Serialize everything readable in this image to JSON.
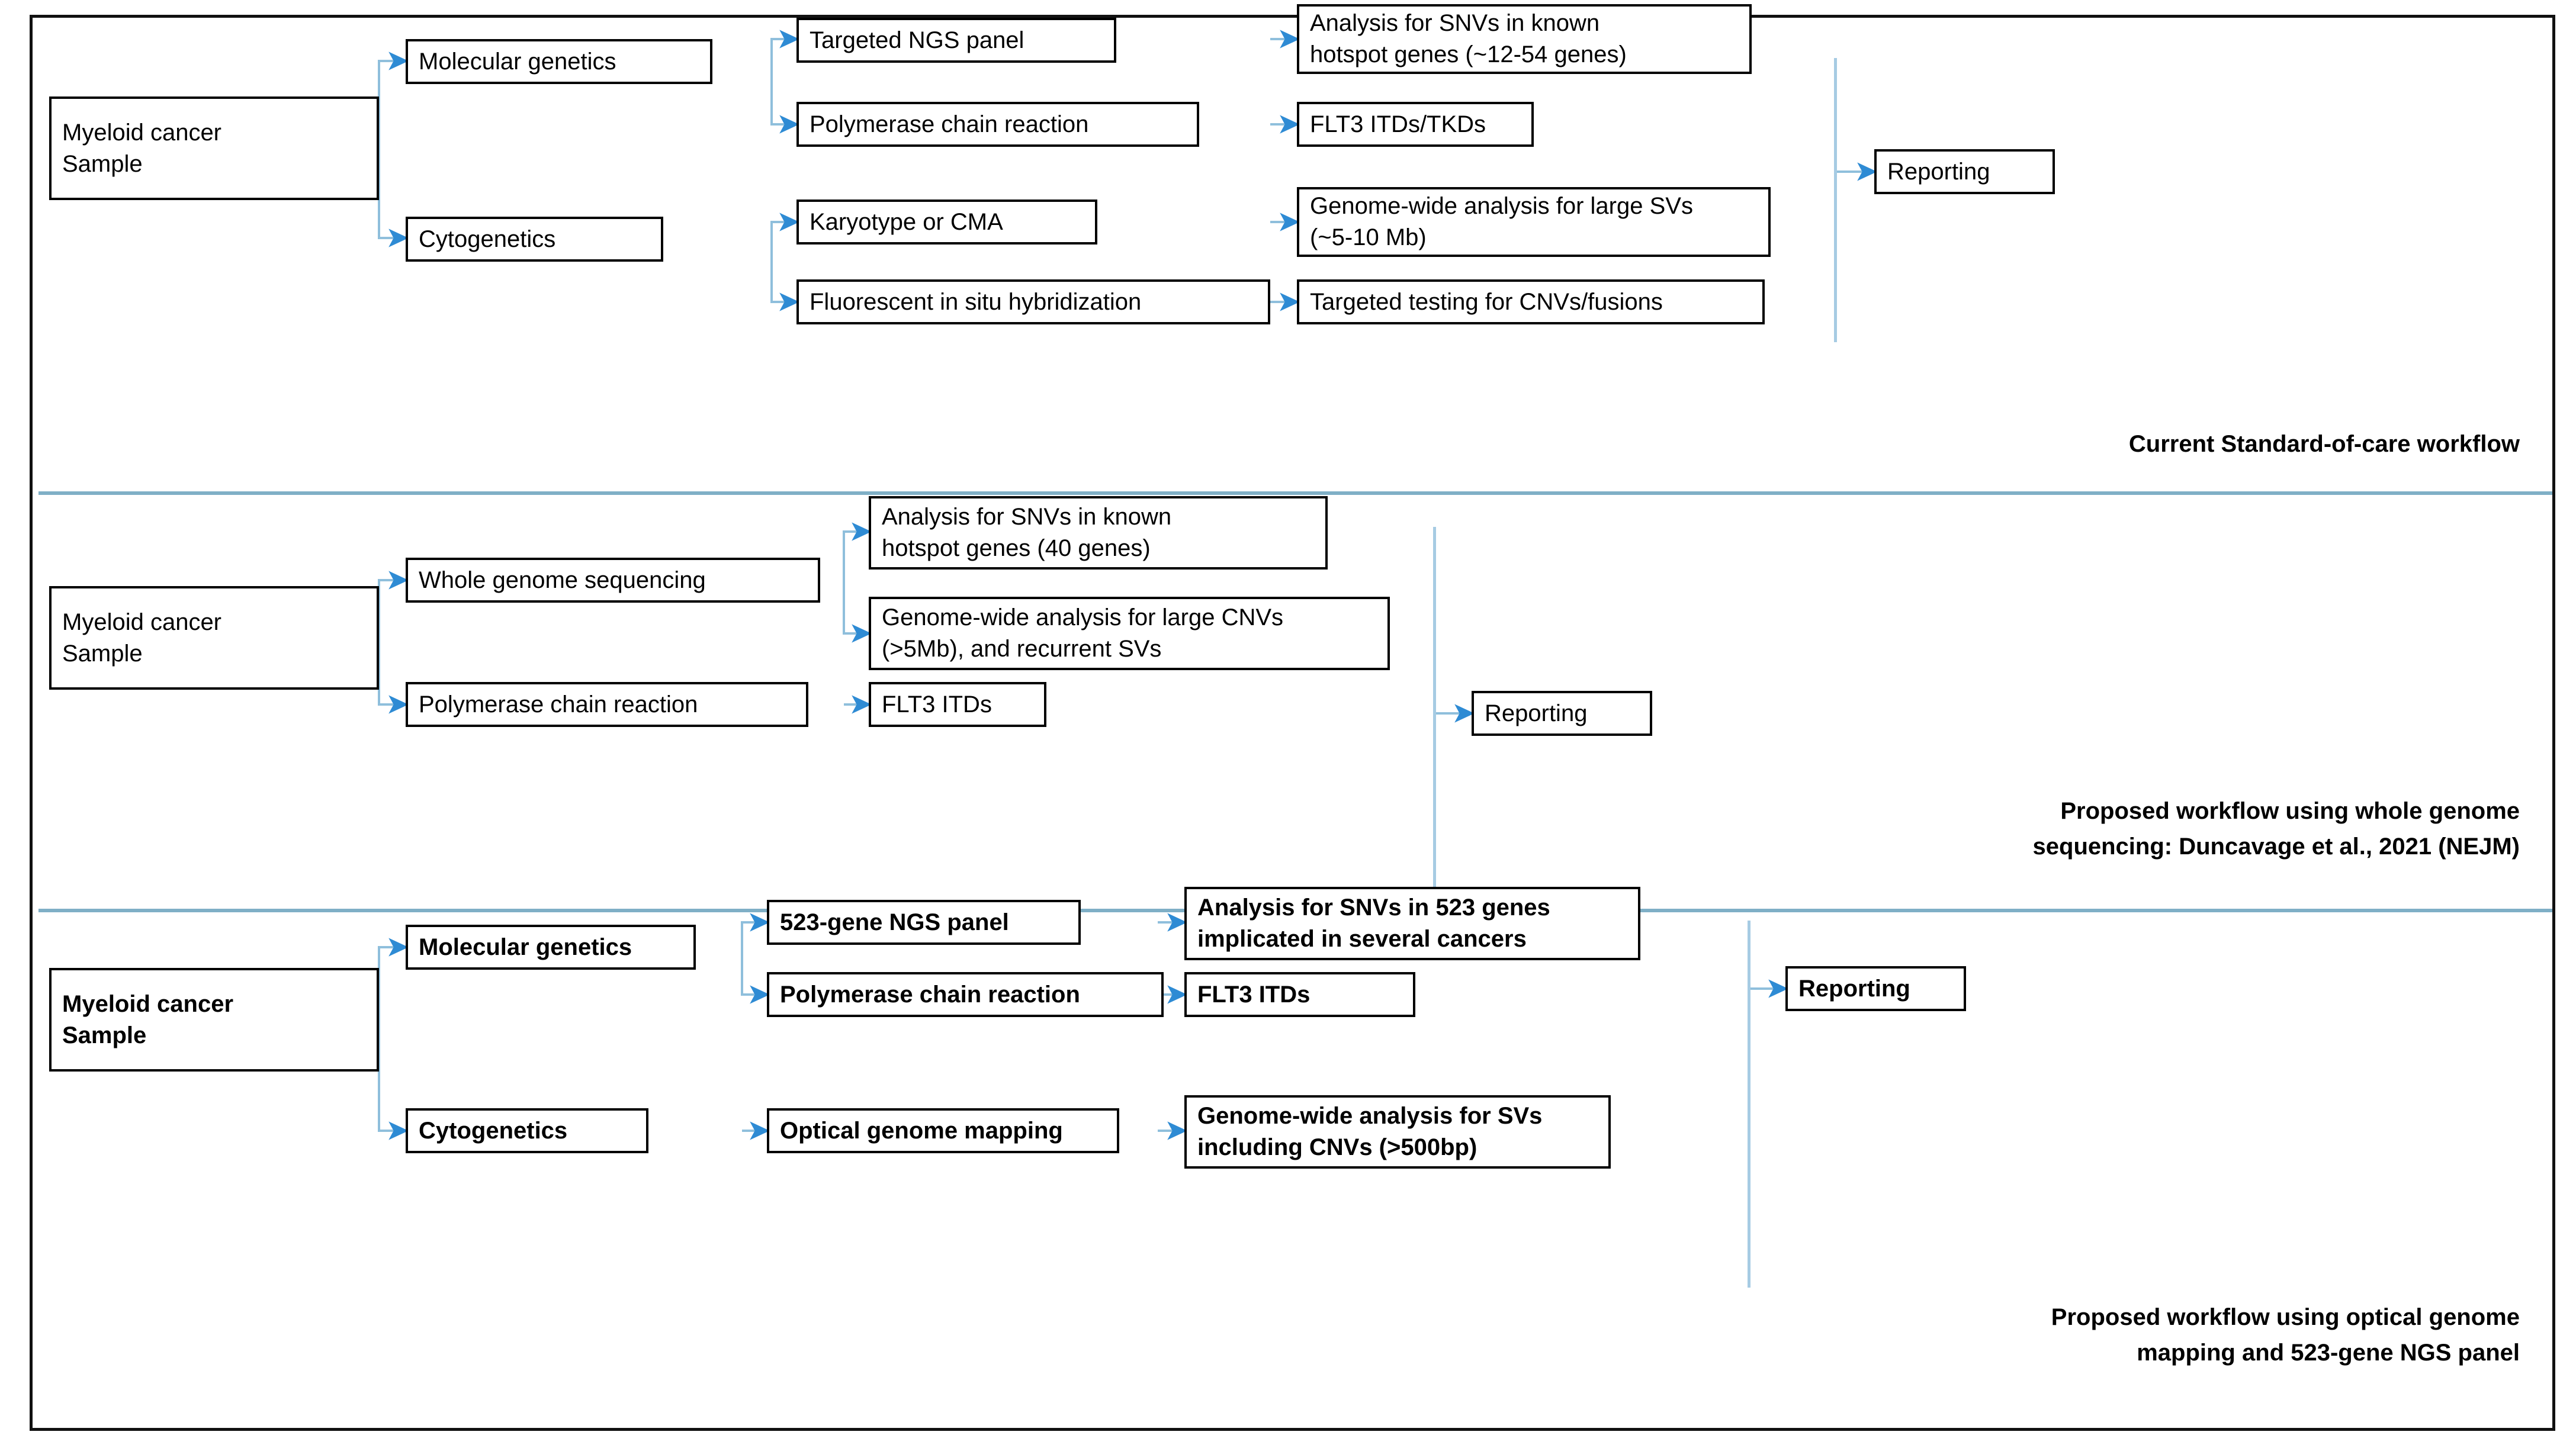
{
  "figure": {
    "title": "Myeloid cancer testing workflows comparison",
    "accent_blue": "#2E8BD4",
    "line_blue": "#A6CBE3",
    "separator_blue": "#7FAFC6",
    "box_border": "#000000"
  },
  "panels": [
    {
      "id": "panel-current-standard-of-care",
      "caption": "Current Standard-of-care workflow",
      "bold_boxes": false,
      "sample_box": "Myeloid cancer\nSample",
      "sample_lines": [
        "Myeloid cancer",
        "Sample"
      ],
      "branches": [
        {
          "name": "Molecular genetics",
          "methods": [
            {
              "name": "Targeted NGS panel",
              "result_lines": [
                "Analysis for SNVs in known",
                "hotspot genes (~12-54 genes)"
              ]
            },
            {
              "name": "Polymerase chain reaction",
              "result_lines": [
                "FLT3 ITDs/TKDs"
              ]
            }
          ]
        },
        {
          "name": "Cytogenetics",
          "methods": [
            {
              "name": "Karyotype or CMA",
              "result_lines": [
                "Genome-wide analysis for large SVs",
                "(~5-10 Mb)"
              ]
            },
            {
              "name": "Fluorescent in situ hybridization",
              "result_lines": [
                "Targeted testing for CNVs/fusions"
              ]
            }
          ]
        }
      ],
      "reporting": "Reporting"
    },
    {
      "id": "panel-whole-genome-sequencing",
      "caption_lines": [
        "Proposed workflow using whole genome",
        "sequencing: Duncavage et al., 2021 (NEJM)"
      ],
      "bold_boxes": false,
      "sample_lines": [
        "Myeloid cancer",
        "Sample"
      ],
      "branches": [
        {
          "name": "Whole genome sequencing",
          "results": [
            [
              "Analysis for SNVs in known",
              "hotspot genes (40 genes)"
            ],
            [
              "Genome-wide analysis for large CNVs",
              "(>5Mb), and recurrent SVs"
            ]
          ]
        },
        {
          "name": "Polymerase chain reaction",
          "results": [
            [
              "FLT3 ITDs"
            ]
          ]
        }
      ],
      "reporting": "Reporting"
    },
    {
      "id": "panel-optical-genome-mapping",
      "caption_lines": [
        "Proposed workflow using optical genome",
        "mapping and 523-gene NGS panel"
      ],
      "bold_boxes": true,
      "sample_lines": [
        "Myeloid cancer",
        "Sample"
      ],
      "branches": [
        {
          "name": "Molecular genetics",
          "methods": [
            {
              "name": "523-gene NGS panel",
              "result_lines": [
                "Analysis for SNVs in 523 genes",
                "implicated in several cancers"
              ]
            },
            {
              "name": "Polymerase chain reaction",
              "result_lines": [
                "FLT3 ITDs"
              ]
            }
          ]
        },
        {
          "name": "Cytogenetics",
          "methods": [
            {
              "name": "Optical genome mapping",
              "result_lines": [
                "Genome-wide analysis for SVs",
                "including CNVs (>500bp)"
              ]
            }
          ]
        }
      ],
      "reporting": "Reporting"
    }
  ],
  "p1": {
    "sample_l1": "Myeloid cancer",
    "sample_l2": "Sample",
    "molecular_genetics": "Molecular genetics",
    "cytogenetics": "Cytogenetics",
    "targeted_ngs_panel": "Targeted NGS panel",
    "pcr": "Polymerase chain reaction",
    "karyotype_cma": "Karyotype or CMA",
    "fish": "Fluorescent in situ hybridization",
    "snv_l1": "Analysis for SNVs in known",
    "snv_l2": "hotspot genes (~12-54 genes)",
    "flt3": "FLT3 ITDs/TKDs",
    "sv_l1": "Genome-wide analysis for large SVs",
    "sv_l2": "(~5-10 Mb)",
    "cnv_fusions": "Targeted testing for CNVs/fusions",
    "reporting": "Reporting",
    "caption": "Current Standard-of-care workflow"
  },
  "p2": {
    "sample_l1": "Myeloid cancer",
    "sample_l2": "Sample",
    "wgs": "Whole genome sequencing",
    "pcr": "Polymerase chain reaction",
    "snv_l1": "Analysis for SNVs in known",
    "snv_l2": "hotspot genes (40 genes)",
    "cnv_l1": "Genome-wide analysis for large CNVs",
    "cnv_l2": "(>5Mb), and recurrent SVs",
    "flt3": "FLT3 ITDs",
    "reporting": "Reporting",
    "caption_l1": "Proposed workflow using whole genome",
    "caption_l2": "sequencing: Duncavage et al., 2021 (NEJM)"
  },
  "p3": {
    "sample_l1": "Myeloid cancer",
    "sample_l2": "Sample",
    "molecular_genetics": "Molecular genetics",
    "cytogenetics": "Cytogenetics",
    "ngs_523": "523-gene NGS panel",
    "pcr": "Polymerase chain reaction",
    "ogm": "Optical genome mapping",
    "snv_l1": "Analysis for SNVs in 523 genes",
    "snv_l2": "implicated in several cancers",
    "flt3": "FLT3 ITDs",
    "sv_l1": "Genome-wide analysis for SVs",
    "sv_l2": "including CNVs (>500bp)",
    "reporting": "Reporting",
    "caption_l1": "Proposed workflow using optical genome",
    "caption_l2": "mapping and 523-gene NGS panel"
  }
}
